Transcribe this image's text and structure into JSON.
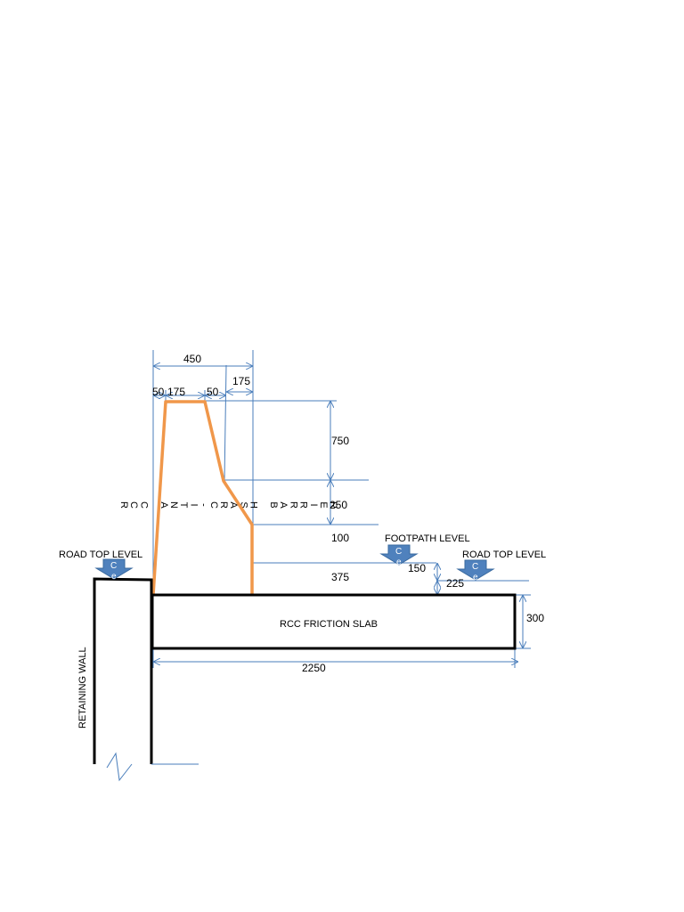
{
  "dimensions": {
    "overall_top_width": "450",
    "top_left_offset": "50",
    "top_width": "175",
    "top_right_offset": "50",
    "right_offset": "175",
    "upper_height": "750",
    "middle_height": "250",
    "lower_height": "100",
    "below_footpath": "375",
    "footpath_step": "150",
    "road_step": "225",
    "slab_thickness": "300",
    "slab_length": "2250"
  },
  "labels": {
    "footpath_level": "FOOTPATH LEVEL",
    "road_top_level_left": "ROAD TOP LEVEL",
    "road_top_level_right": "ROAD TOP LEVEL",
    "slab": "RCC FRICTION SLAB",
    "retaining_wall": "RETAINING WALL",
    "vertical_barrier_label": [
      "R",
      "C",
      "C",
      "",
      "A",
      "N",
      "T",
      "I",
      "-",
      "C",
      "R",
      "A",
      "S",
      "H",
      "",
      "B",
      "A",
      "R",
      "R",
      "I",
      "E",
      "R"
    ]
  },
  "markers": {
    "left": "C",
    "left_sub": "e",
    "middle": "C",
    "middle_sub": "e",
    "right": "C",
    "right_sub": "e"
  },
  "colors": {
    "barrier": "#f0974a",
    "dimension_lines": "#4a7ebb",
    "level_marker": "#4f81bd",
    "structure": "#000000"
  }
}
